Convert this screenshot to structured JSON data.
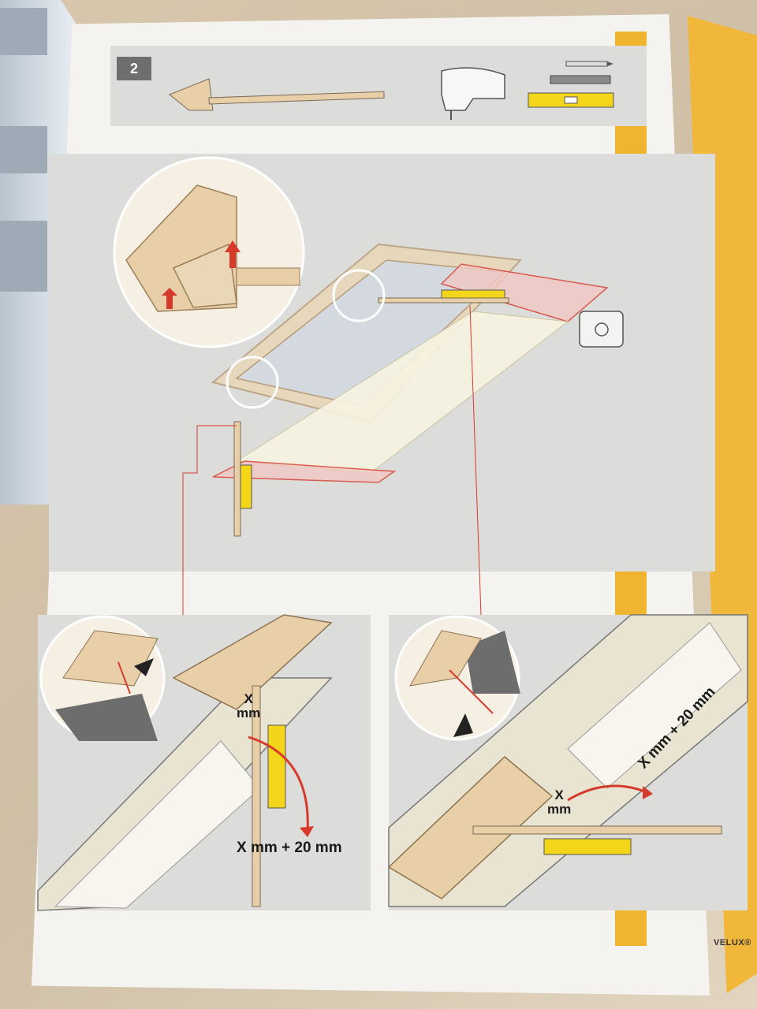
{
  "step": {
    "number": "2"
  },
  "left_panel": {
    "x_label_line1": "X",
    "x_label_line2": "mm",
    "measure_label": "X mm + 20 mm"
  },
  "right_panel": {
    "x_label_line1": "X",
    "x_label_line2": "mm",
    "measure_label": "X mm + 20 mm"
  },
  "footer": {
    "brand": "VELUX®"
  },
  "colors": {
    "panel_gray": "#dcdcdb",
    "wood": "#e8cfa8",
    "level_yellow": "#f3d51a",
    "accent_red": "#d63a2a",
    "page_edge_yellow": "#f0b73a"
  },
  "icons": [
    "bracket-ruler-icon",
    "jigsaw-icon",
    "pencil-icon",
    "spirit-level-icon",
    "measuring-rod-icon"
  ]
}
